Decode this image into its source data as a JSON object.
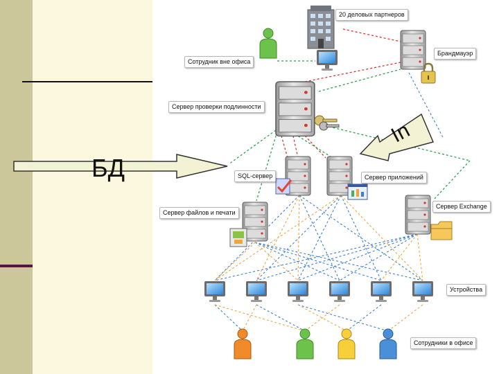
{
  "slide": {
    "left_arrow_text": "БД",
    "right_arrow_text": "In"
  },
  "labels": {
    "partners": "20 деловых партнеров",
    "remote_employee": "Сотрудник вне офиса",
    "firewall": "Брандмауэр",
    "auth_server": "Сервер проверки подлинности",
    "sql_server": "SQL-сервер",
    "app_server": "Сервер приложений",
    "file_print_server": "Сервер файлов и печати",
    "exchange_server": "Сервер Exchange",
    "devices": "Устройства",
    "office_employees": "Сотрудники в офисе"
  },
  "colors": {
    "red_link": "#d8332b",
    "green_link": "#2ea04f",
    "blue_link": "#3a7fd0",
    "orange_link": "#f0a540",
    "sidebar": "#ccc79a",
    "panel": "#fbf8df",
    "arrow_fill": "#f4f2d4"
  },
  "icons": [
    "office-building-icon",
    "server-icon",
    "padlock-icon",
    "keys-icon",
    "monitor-icon",
    "person-icon",
    "folder-icon",
    "printer-icon",
    "chart-icon",
    "checkmark-icon"
  ]
}
